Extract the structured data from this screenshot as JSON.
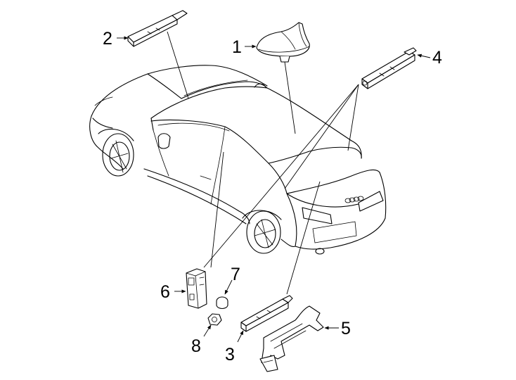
{
  "diagram": {
    "callouts": [
      {
        "id": "1",
        "label": "1"
      },
      {
        "id": "2",
        "label": "2"
      },
      {
        "id": "3",
        "label": "3"
      },
      {
        "id": "4",
        "label": "4"
      },
      {
        "id": "5",
        "label": "5"
      },
      {
        "id": "6",
        "label": "6"
      },
      {
        "id": "7",
        "label": "7"
      },
      {
        "id": "8",
        "label": "8"
      }
    ],
    "parts": [
      {
        "id": "1",
        "name": "roof-antenna"
      },
      {
        "id": "2",
        "name": "antenna-module"
      },
      {
        "id": "3",
        "name": "antenna-amplifier"
      },
      {
        "id": "4",
        "name": "rear-antenna-module"
      },
      {
        "id": "5",
        "name": "mounting-bracket"
      },
      {
        "id": "6",
        "name": "antenna-control-unit"
      },
      {
        "id": "7",
        "name": "cap"
      },
      {
        "id": "8",
        "name": "nut"
      }
    ]
  }
}
